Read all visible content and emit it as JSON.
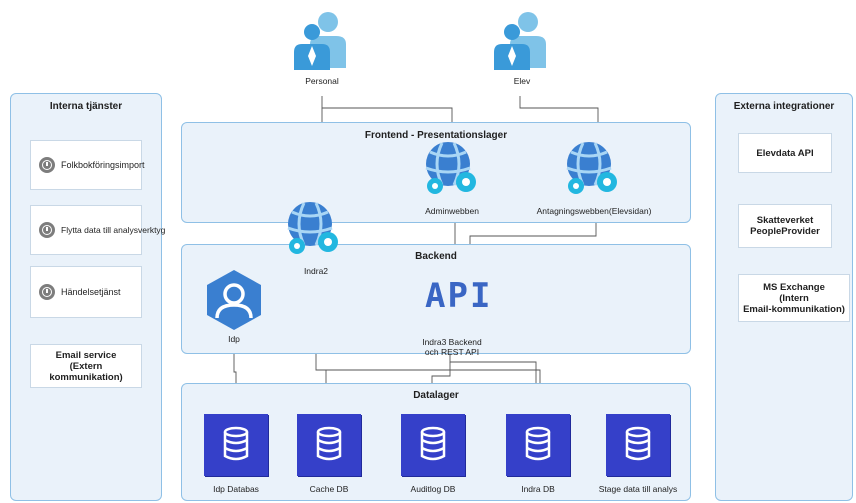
{
  "actors": {
    "personal": "Personal",
    "elev": "Elev"
  },
  "internal": {
    "title": "Interna tjänster",
    "services": [
      "Folkbokföringsimport",
      "Flytta data till analysverktyg",
      "Händelsetjänst"
    ],
    "email_lines": [
      "Email service",
      "(Extern",
      "kommunikation)"
    ]
  },
  "external": {
    "title": "Externa integrationer",
    "items": [
      {
        "lines": [
          "Elevdata API"
        ]
      },
      {
        "lines": [
          "Skatteverket",
          "PeopleProvider"
        ]
      },
      {
        "lines": [
          "MS Exchange",
          "(Intern",
          "Email-kommunikation)"
        ]
      }
    ]
  },
  "frontend": {
    "title": "Frontend - Presentationslager",
    "apps": [
      "Adminwebben",
      "Antagningswebben(Elevsidan)"
    ]
  },
  "indra2": "Indra2",
  "backend": {
    "title": "Backend",
    "idp": "Idp",
    "api_logo": "API",
    "api_lines": [
      "Indra3 Backend",
      "och REST API"
    ]
  },
  "datalager": {
    "title": "Datalager",
    "databases": [
      "Idp Databas",
      "Cache DB",
      "Auditlog DB",
      "Indra DB",
      "Stage data till analys"
    ]
  },
  "colors": {
    "panel_border": "#8fc0e6",
    "panel_fill": "#eaf2fa",
    "db_fill": "#3540c9",
    "icon_blue": "#3a9ad9",
    "gear_cyan": "#22b7e0",
    "api_blue": "#3a66c4"
  }
}
